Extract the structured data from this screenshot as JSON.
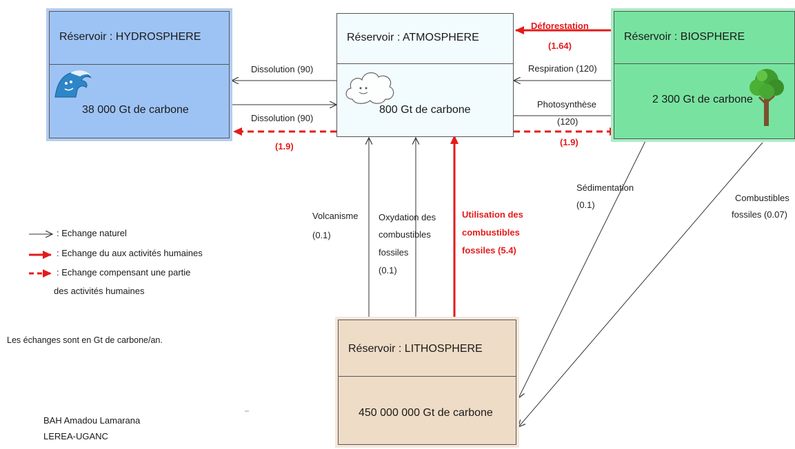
{
  "colors": {
    "hydrosphere": "#9dc3f5",
    "hydrosphere_border": "#b4cdf0",
    "atmosphere": "#f2fbfd",
    "biosphere": "#78e3a0",
    "biosphere_border": "#a9ecc4",
    "lithosphere": "#efdcc7",
    "lithosphere_border": "#f4e7d9",
    "human": "#e41b1b",
    "natural": "#333333"
  },
  "reservoirs": {
    "hydrosphere": {
      "title": "Réservoir : HYDROSPHERE",
      "value": "38 000 Gt de carbone",
      "icon": "wave-icon"
    },
    "atmosphere": {
      "title": "Réservoir : ATMOSPHERE",
      "value": "800 Gt de carbone",
      "icon": "cloud-icon"
    },
    "biosphere": {
      "title": "Réservoir : BIOSPHERE",
      "value": "2 300 Gt de carbone",
      "icon": "tree-icon"
    },
    "lithosphere": {
      "title": "Réservoir : LITHOSPHERE",
      "value": "450 000 000 Gt de carbone"
    }
  },
  "flows": {
    "dissolution_1": "Dissolution (90)",
    "dissolution_2": "Dissolution (90)",
    "hydro_comp": "(1.9)",
    "deforestation": "Déforestation",
    "deforestation_value": "(1.64)",
    "respiration": "Respiration (120)",
    "photosynthese": "Photosynthèse",
    "photosynthese_value": "(120)",
    "bio_comp": "(1.9)",
    "volcanisme": "Volcanisme",
    "volcanisme_value": "(0.1)",
    "oxydation_1": "Oxydation des",
    "oxydation_2": "combustibles",
    "oxydation_3": "fossiles",
    "oxydation_value": "(0.1)",
    "utilisation_1": "Utilisation des",
    "utilisation_2": "combustibles",
    "utilisation_3": "fossiles (5.4)",
    "sedimentation": "Sédimentation",
    "sedimentation_value": "(0.1)",
    "combustibles_1": "Combustibles",
    "combustibles_2": "fossiles (0.07)"
  },
  "legend": {
    "natural": ": Echange naturel",
    "human": ": Echange du aux activités humaines",
    "compensating_1": ": Echange compensant une partie",
    "compensating_2": "des activités humaines"
  },
  "note": "Les échanges sont en Gt de carbone/an.",
  "credits": {
    "author": "BAH Amadou  Lamarana",
    "org": "LEREA-UGANC"
  }
}
